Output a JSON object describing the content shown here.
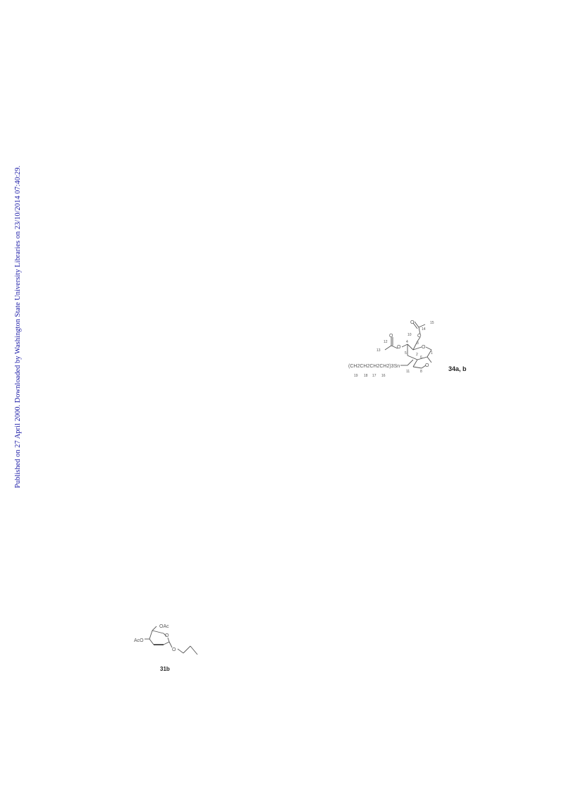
{
  "sidebar": {
    "text": "Published on 27 April 2000. Downloaded by Washington State University Libraries on 23/10/2014 07:40:29."
  },
  "structure_34": {
    "compound_label": "34a, b",
    "substituent": "(CH2CH2CH2CH2)3Sn",
    "atom_O": "O",
    "numbers": [
      "15",
      "14",
      "10",
      "12",
      "4",
      "3",
      "13",
      "5",
      "1",
      "2",
      "6",
      "11",
      "8",
      "19",
      "18",
      "17",
      "16"
    ]
  },
  "structure_31": {
    "compound_label": "31b",
    "group_OAc": "OAc",
    "group_AcO": "AcO",
    "atom_O": "O"
  }
}
